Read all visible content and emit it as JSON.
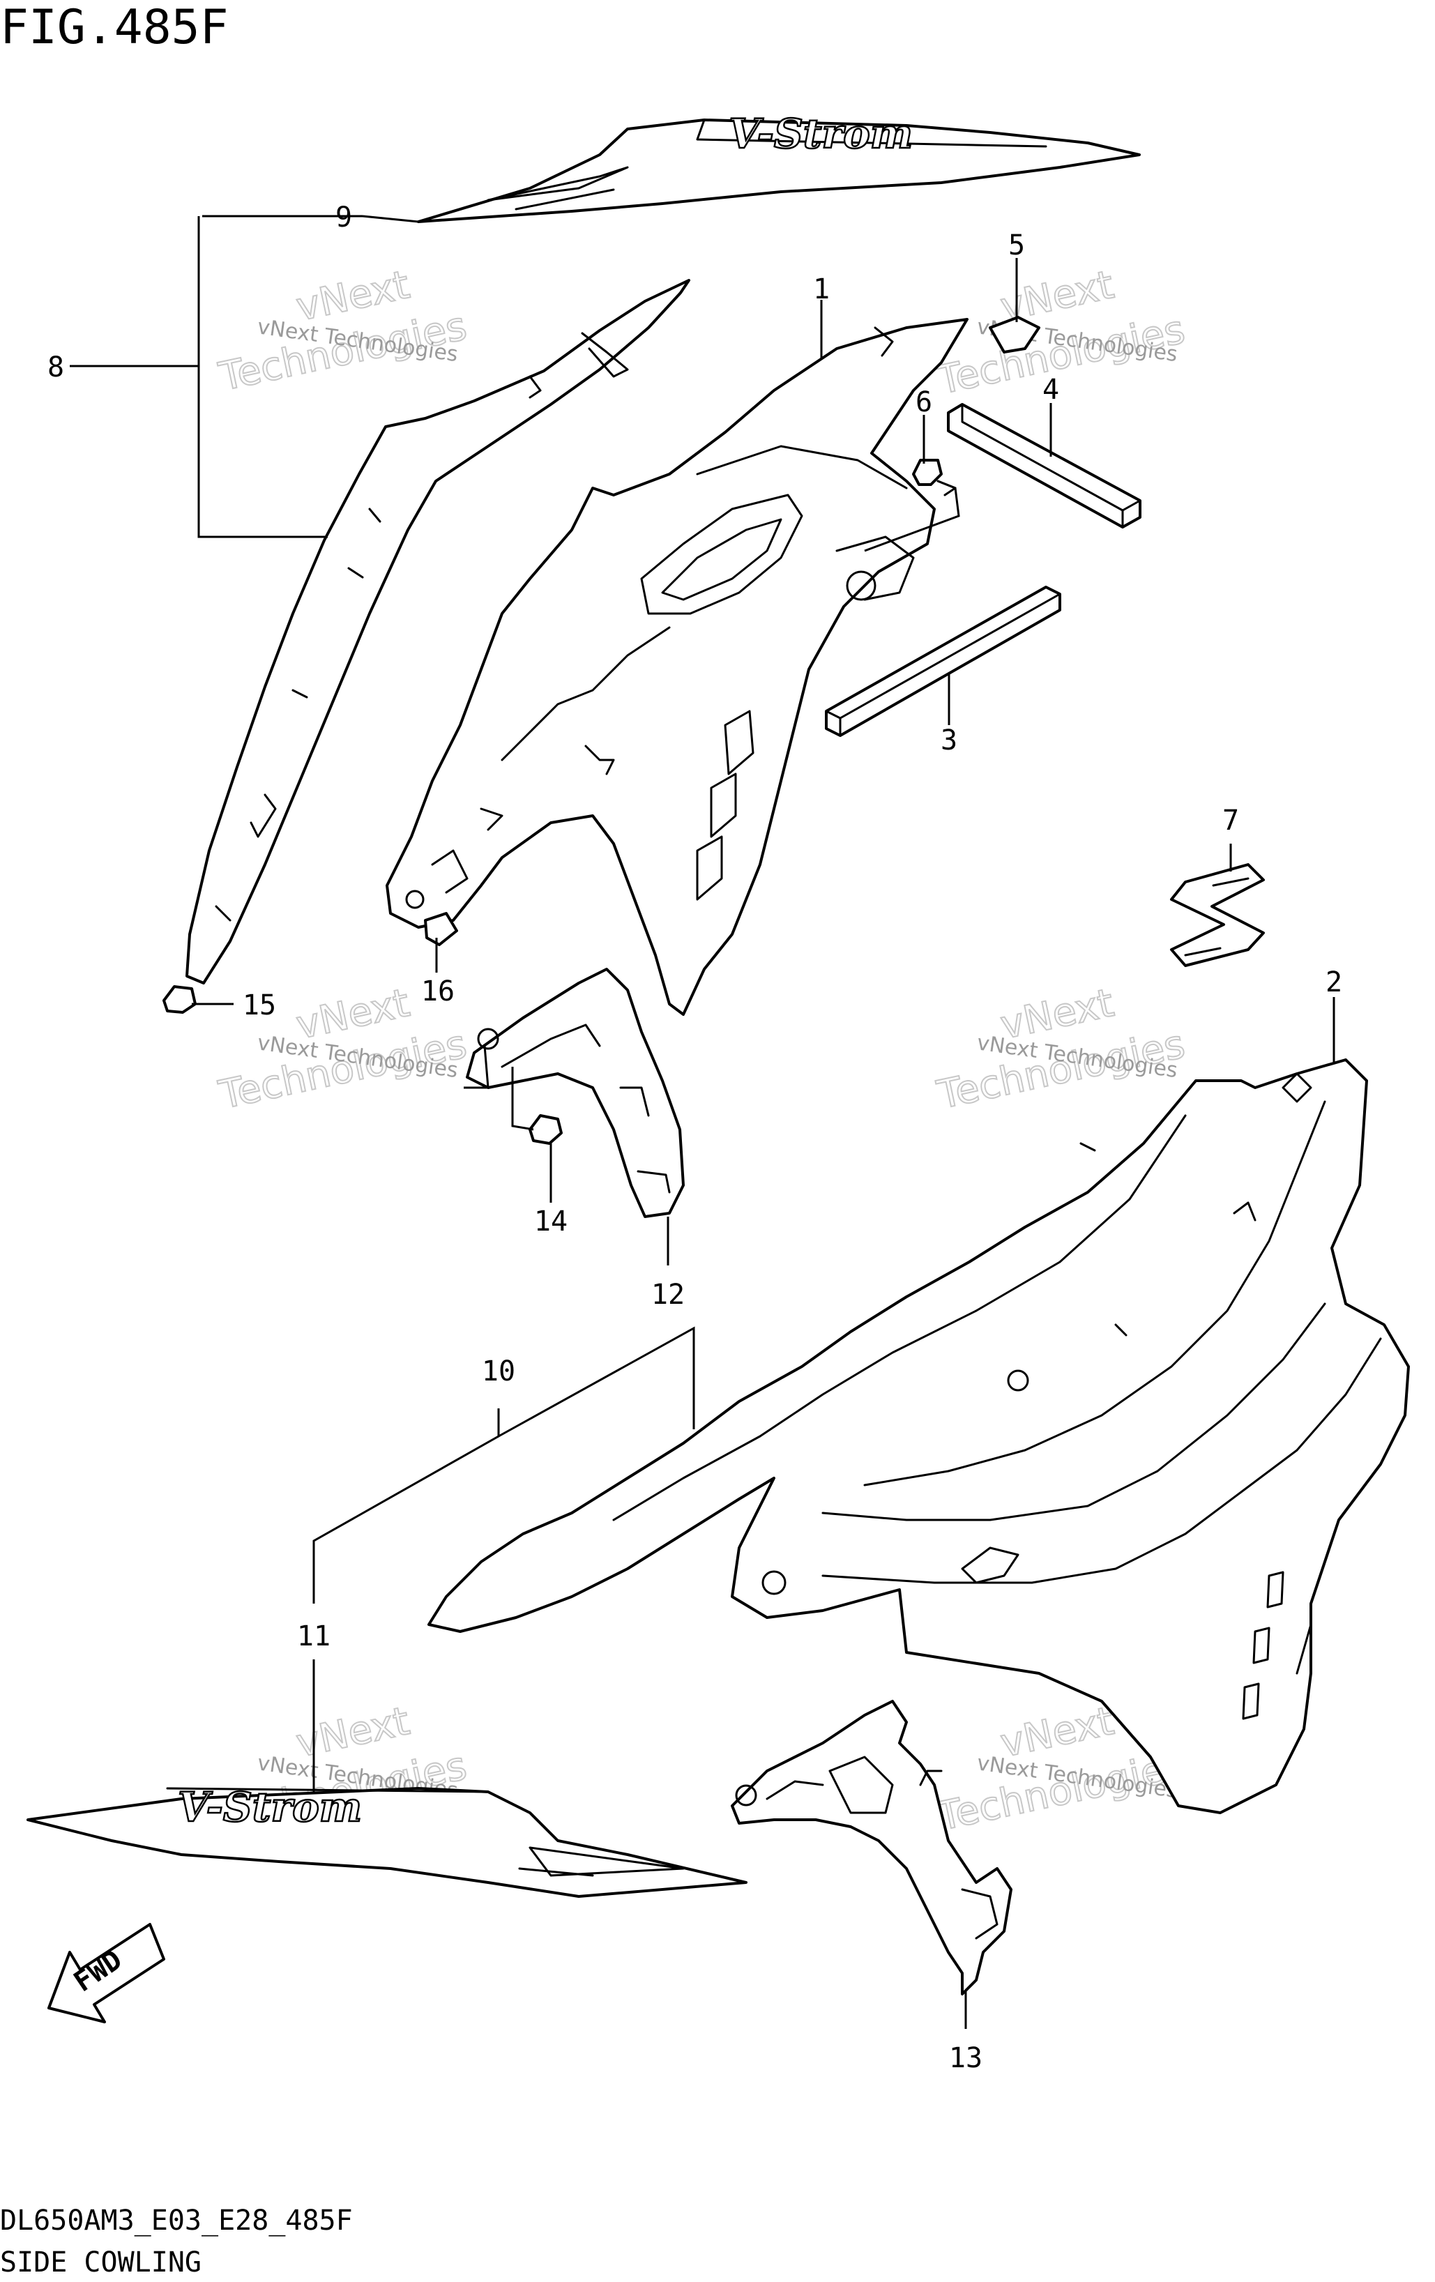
{
  "figure": {
    "title": "FIG.485F",
    "code": "DL650AM3_E03_E28_485F",
    "caption": "SIDE COWLING"
  },
  "callouts": [
    "1",
    "2",
    "3",
    "4",
    "5",
    "6",
    "7",
    "8",
    "9",
    "10",
    "11",
    "12",
    "13",
    "14",
    "15",
    "16"
  ],
  "decal_text": "V-Strom",
  "direction_arrow": "FWD",
  "watermark": {
    "line1": "vNext Technologies",
    "line2": "vNext",
    "line3": "Technologies"
  }
}
